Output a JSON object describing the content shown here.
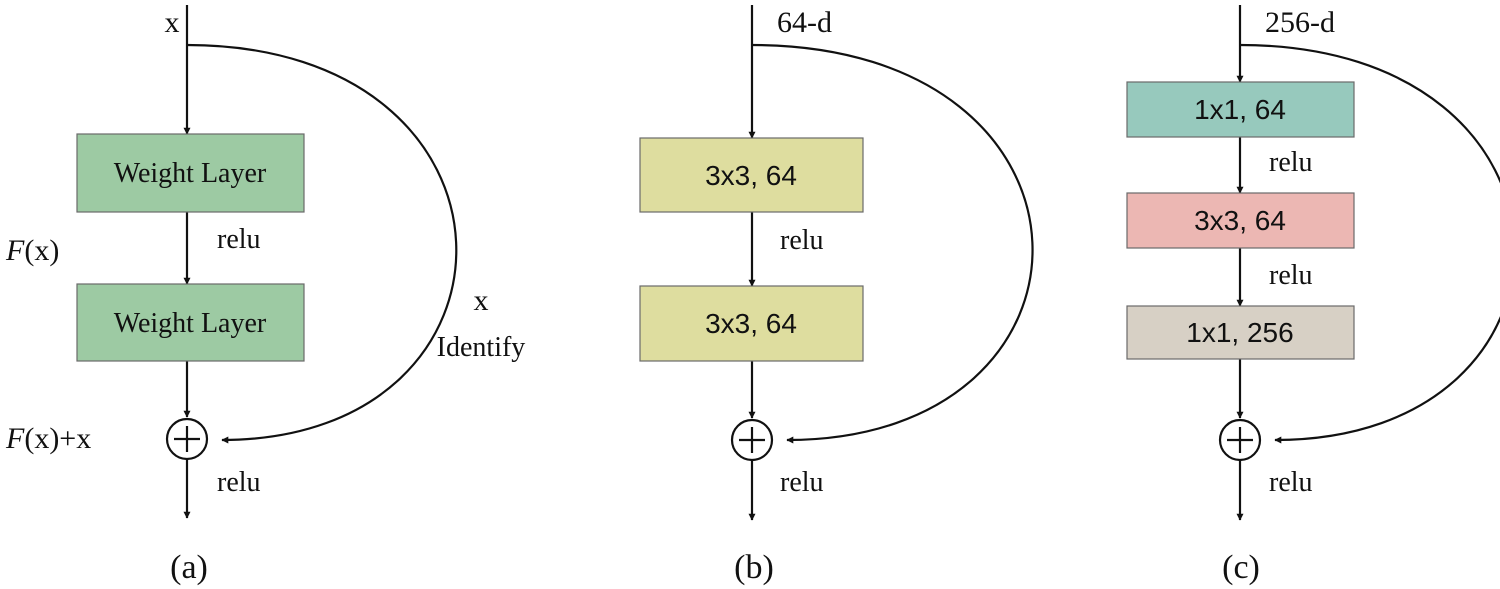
{
  "colors": {
    "weight_layer": "#9dcaa3",
    "conv3x3_b": "#dedd9f",
    "conv1x1_64": "#97c9bd",
    "conv3x3_c": "#ecb7b3",
    "conv1x1_256": "#d7d0c5",
    "ink": "#111111"
  },
  "panel_a": {
    "input_label": "x",
    "layer1_label": "Weight Layer",
    "relu1_label": "relu",
    "layer2_label": "Weight Layer",
    "fx_label": "F",
    "fx_suffix": "(x)",
    "fxx_label": "F",
    "fxx_suffix": "(x)+x",
    "shortcut_x_label": "x",
    "shortcut_label": "Identify",
    "relu_out_label": "relu",
    "caption": "(a)"
  },
  "panel_b": {
    "input_label": "64-d",
    "layer1_label": "3x3, 64",
    "relu1_label": "relu",
    "layer2_label": "3x3, 64",
    "relu_out_label": "relu",
    "caption": "(b)"
  },
  "panel_c": {
    "input_label": "256-d",
    "layer1_label": "1x1, 64",
    "relu1_label": "relu",
    "layer2_label": "3x3, 64",
    "relu2_label": "relu",
    "layer3_label": "1x1, 256",
    "relu_out_label": "relu",
    "caption": "(c)"
  }
}
